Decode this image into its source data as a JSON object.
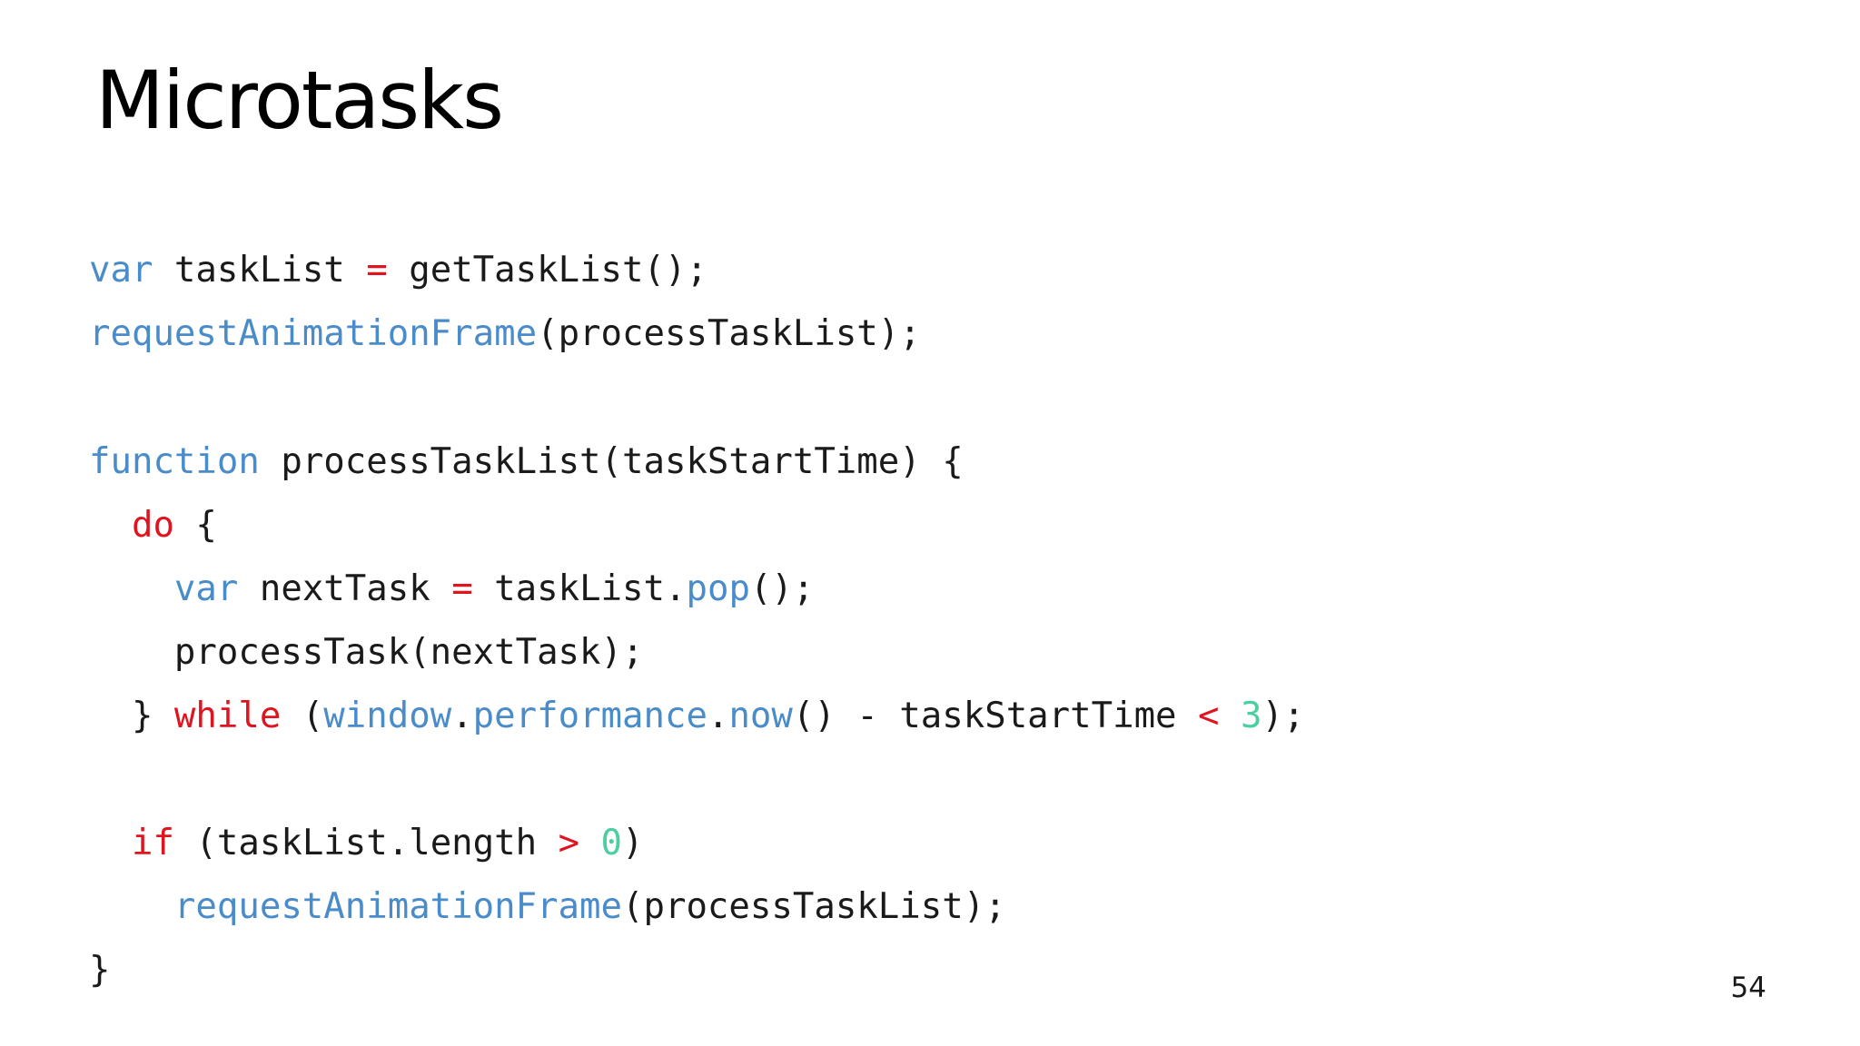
{
  "slide": {
    "title": "Microtasks",
    "page_number": "54"
  },
  "colors": {
    "keyword": "#4a8cc9",
    "control": "#e0141e",
    "operator": "#e0141e",
    "number": "#4ccf9e",
    "text": "#1a1a1a"
  },
  "code": {
    "lines": [
      [
        {
          "t": "var",
          "c": "kw"
        },
        {
          "t": " taskList ",
          "c": "plain"
        },
        {
          "t": "=",
          "c": "op"
        },
        {
          "t": " getTaskList();",
          "c": "plain"
        }
      ],
      [
        {
          "t": "requestAnimationFrame",
          "c": "kw"
        },
        {
          "t": "(processTaskList);",
          "c": "plain"
        }
      ],
      [],
      [
        {
          "t": "function",
          "c": "kw"
        },
        {
          "t": " processTaskList(taskStartTime) {",
          "c": "plain"
        }
      ],
      [
        {
          "t": "  ",
          "c": "plain"
        },
        {
          "t": "do",
          "c": "ctl"
        },
        {
          "t": " {",
          "c": "plain"
        }
      ],
      [
        {
          "t": "    ",
          "c": "plain"
        },
        {
          "t": "var",
          "c": "kw"
        },
        {
          "t": " nextTask ",
          "c": "plain"
        },
        {
          "t": "=",
          "c": "op"
        },
        {
          "t": " taskList.",
          "c": "plain"
        },
        {
          "t": "pop",
          "c": "kw"
        },
        {
          "t": "();",
          "c": "plain"
        }
      ],
      [
        {
          "t": "    processTask(nextTask);",
          "c": "plain"
        }
      ],
      [
        {
          "t": "  } ",
          "c": "plain"
        },
        {
          "t": "while",
          "c": "ctl"
        },
        {
          "t": " (",
          "c": "plain"
        },
        {
          "t": "window",
          "c": "kw"
        },
        {
          "t": ".",
          "c": "plain"
        },
        {
          "t": "performance",
          "c": "kw"
        },
        {
          "t": ".",
          "c": "plain"
        },
        {
          "t": "now",
          "c": "kw"
        },
        {
          "t": "() - taskStartTime ",
          "c": "plain"
        },
        {
          "t": "<",
          "c": "op"
        },
        {
          "t": " ",
          "c": "plain"
        },
        {
          "t": "3",
          "c": "num"
        },
        {
          "t": ");",
          "c": "plain"
        }
      ],
      [],
      [
        {
          "t": "  ",
          "c": "plain"
        },
        {
          "t": "if",
          "c": "ctl"
        },
        {
          "t": " (taskList.length ",
          "c": "plain"
        },
        {
          "t": ">",
          "c": "op"
        },
        {
          "t": " ",
          "c": "plain"
        },
        {
          "t": "0",
          "c": "num"
        },
        {
          "t": ")",
          "c": "plain"
        }
      ],
      [
        {
          "t": "    ",
          "c": "plain"
        },
        {
          "t": "requestAnimationFrame",
          "c": "kw"
        },
        {
          "t": "(processTaskList);",
          "c": "plain"
        }
      ],
      [
        {
          "t": "}",
          "c": "plain"
        }
      ]
    ]
  }
}
